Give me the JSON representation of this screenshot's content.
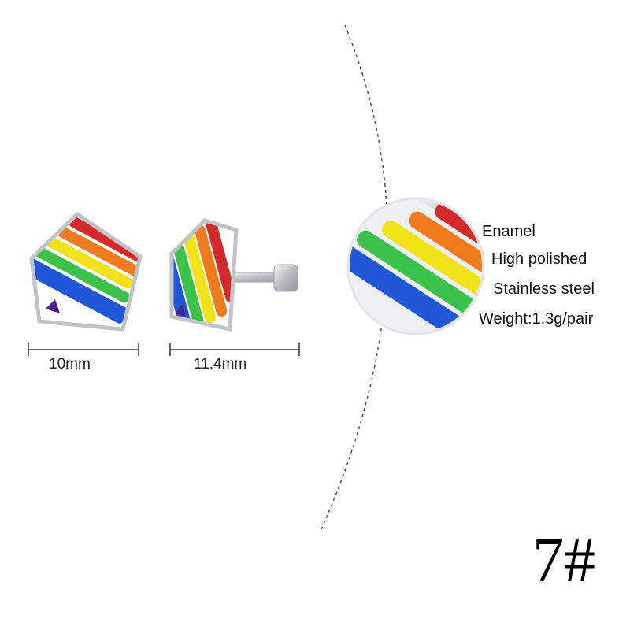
{
  "dimensions": {
    "left_width": "10mm",
    "right_width": "11.4mm"
  },
  "features": {
    "enamel": "Enamel",
    "finish": "High polished",
    "material": "Stainless steel",
    "weight": "Weight:1.3g/pair"
  },
  "variant": "7#",
  "colors": {
    "red": "#d42a2a",
    "orange": "#f07a1e",
    "yellow": "#f2e21a",
    "green": "#3cc24a",
    "blue": "#1f57d6",
    "purple": "#4a1f8c",
    "steel": "#c9ccd2",
    "guide": "#555555"
  },
  "icons": [
    "star-earring-front",
    "star-earring-side",
    "enamel-closeup"
  ]
}
